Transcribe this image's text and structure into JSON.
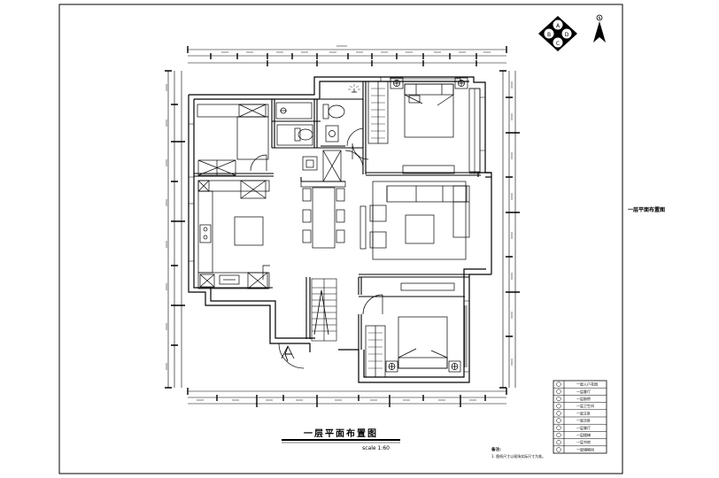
{
  "sheet": {
    "side_label": "一层平面布置图"
  },
  "title_block": {
    "title": "一层平面布置图",
    "scale": "scale 1:60"
  },
  "notes": {
    "heading": "备注:",
    "line1": "1. 图纸尺寸以现场实际尺寸为准。"
  },
  "compass": {
    "letters": [
      "A",
      "B",
      "C",
      "D"
    ],
    "north": "N"
  },
  "legend": {
    "rows": [
      "一层入户花园",
      "一层客厅",
      "一层厨房",
      "一层卫生间",
      "一层主卧",
      "一层次卧",
      "一层餐厅",
      "一层楼梯",
      "一层书房",
      "一层储物间"
    ]
  }
}
